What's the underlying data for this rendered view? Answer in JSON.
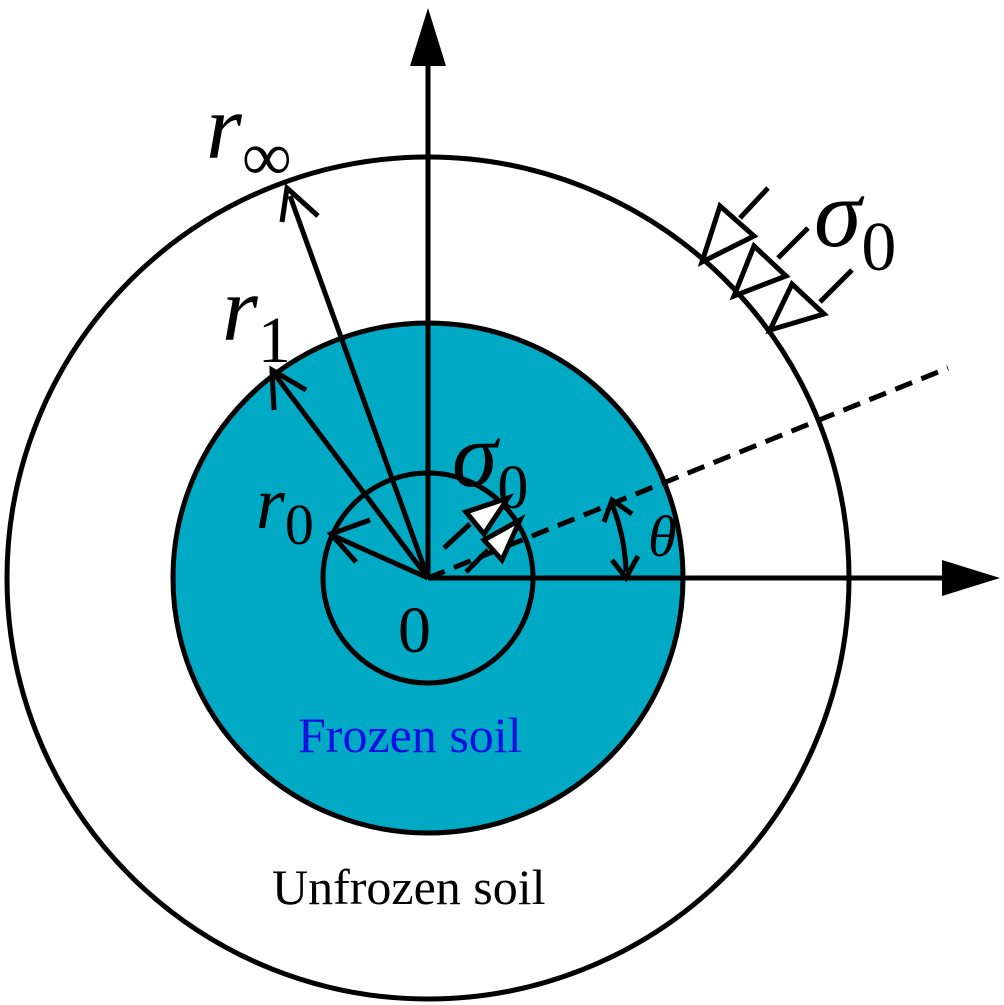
{
  "labels": {
    "r_inf_main": "r",
    "r_inf_sub": "∞",
    "r1_main": "r",
    "r1_sub": "1",
    "r0_main": "r",
    "r0_sub": "0",
    "sigma_outer_main": "σ",
    "sigma_outer_sub": "0",
    "sigma_inner_main": "σ",
    "sigma_inner_sub": "0",
    "theta": "θ",
    "origin": "0",
    "frozen_soil": "Frozen soil",
    "unfrozen_soil": "Unfrozen soil"
  },
  "colors": {
    "frozen_fill": "#00A9C4",
    "frozen_text": "#1010E0",
    "stroke": "#000000",
    "background": "#FFFFFF"
  }
}
